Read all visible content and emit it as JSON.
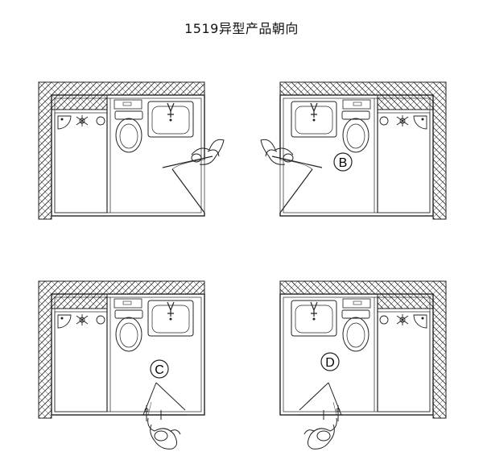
{
  "title": "1519异型产品朝向",
  "orientations": [
    {
      "id": "A",
      "label": "",
      "mirrored": false,
      "door_side": "right-wall"
    },
    {
      "id": "B",
      "label": "B",
      "mirrored": true,
      "door_side": "left-wall"
    },
    {
      "id": "C",
      "label": "C",
      "mirrored": false,
      "door_side": "bottom-wall"
    },
    {
      "id": "D",
      "label": "D",
      "mirrored": true,
      "door_side": "bottom-wall"
    }
  ],
  "colors": {
    "line": "#222222",
    "fill": "#ffffff"
  }
}
